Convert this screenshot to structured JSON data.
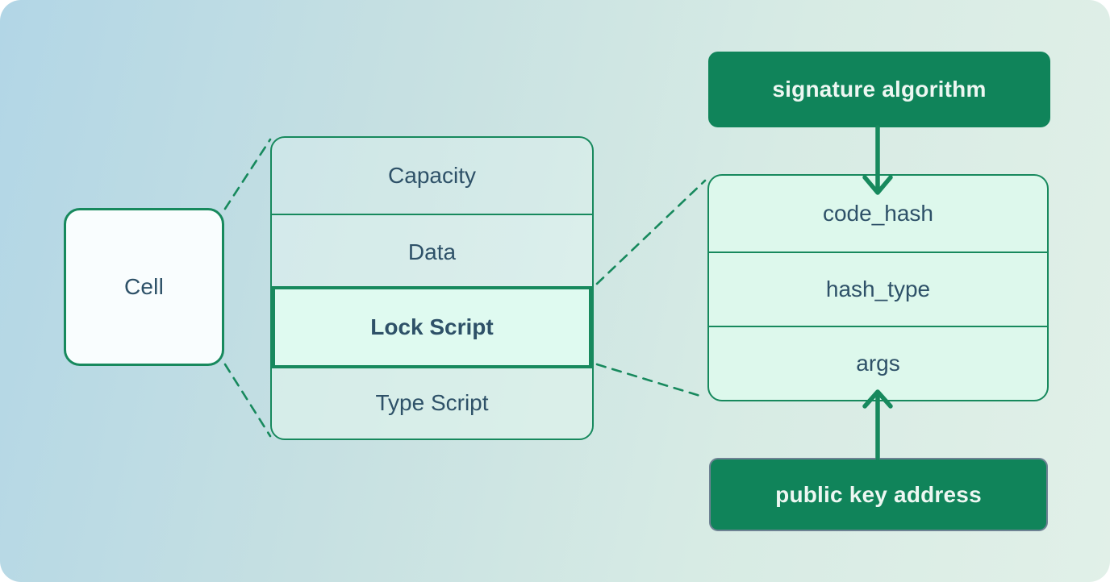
{
  "cell_box": {
    "label": "Cell"
  },
  "cell_stack": {
    "rows": [
      {
        "label": "Capacity",
        "highlighted": false
      },
      {
        "label": "Data",
        "highlighted": false
      },
      {
        "label": "Lock Script",
        "highlighted": true
      },
      {
        "label": "Type Script",
        "highlighted": false
      }
    ]
  },
  "lock_script_detail": {
    "rows": [
      {
        "label": "code_hash"
      },
      {
        "label": "hash_type"
      },
      {
        "label": "args"
      }
    ]
  },
  "annotations": {
    "signature_algorithm": "signature algorithm",
    "public_key_address": "public key address"
  },
  "connections": [
    {
      "from": "cell",
      "to": "cell-stack",
      "style": "dashed"
    },
    {
      "from": "lock-script-row",
      "to": "lock-script-detail",
      "style": "dashed"
    },
    {
      "from": "signature-algorithm",
      "to": "code_hash",
      "style": "arrow-down"
    },
    {
      "from": "public-key-address",
      "to": "args",
      "style": "arrow-up"
    }
  ],
  "colors": {
    "accent_green": "#17895d",
    "dark_green_fill": "#10845a",
    "mint_highlight": "#dffaf0",
    "panel_mint": "#ddf8ec",
    "text_dark": "#2e5168",
    "text_light": "#edf7f2",
    "background_blue": "#b2d6e6",
    "background_mint": "#e1f0e8"
  }
}
